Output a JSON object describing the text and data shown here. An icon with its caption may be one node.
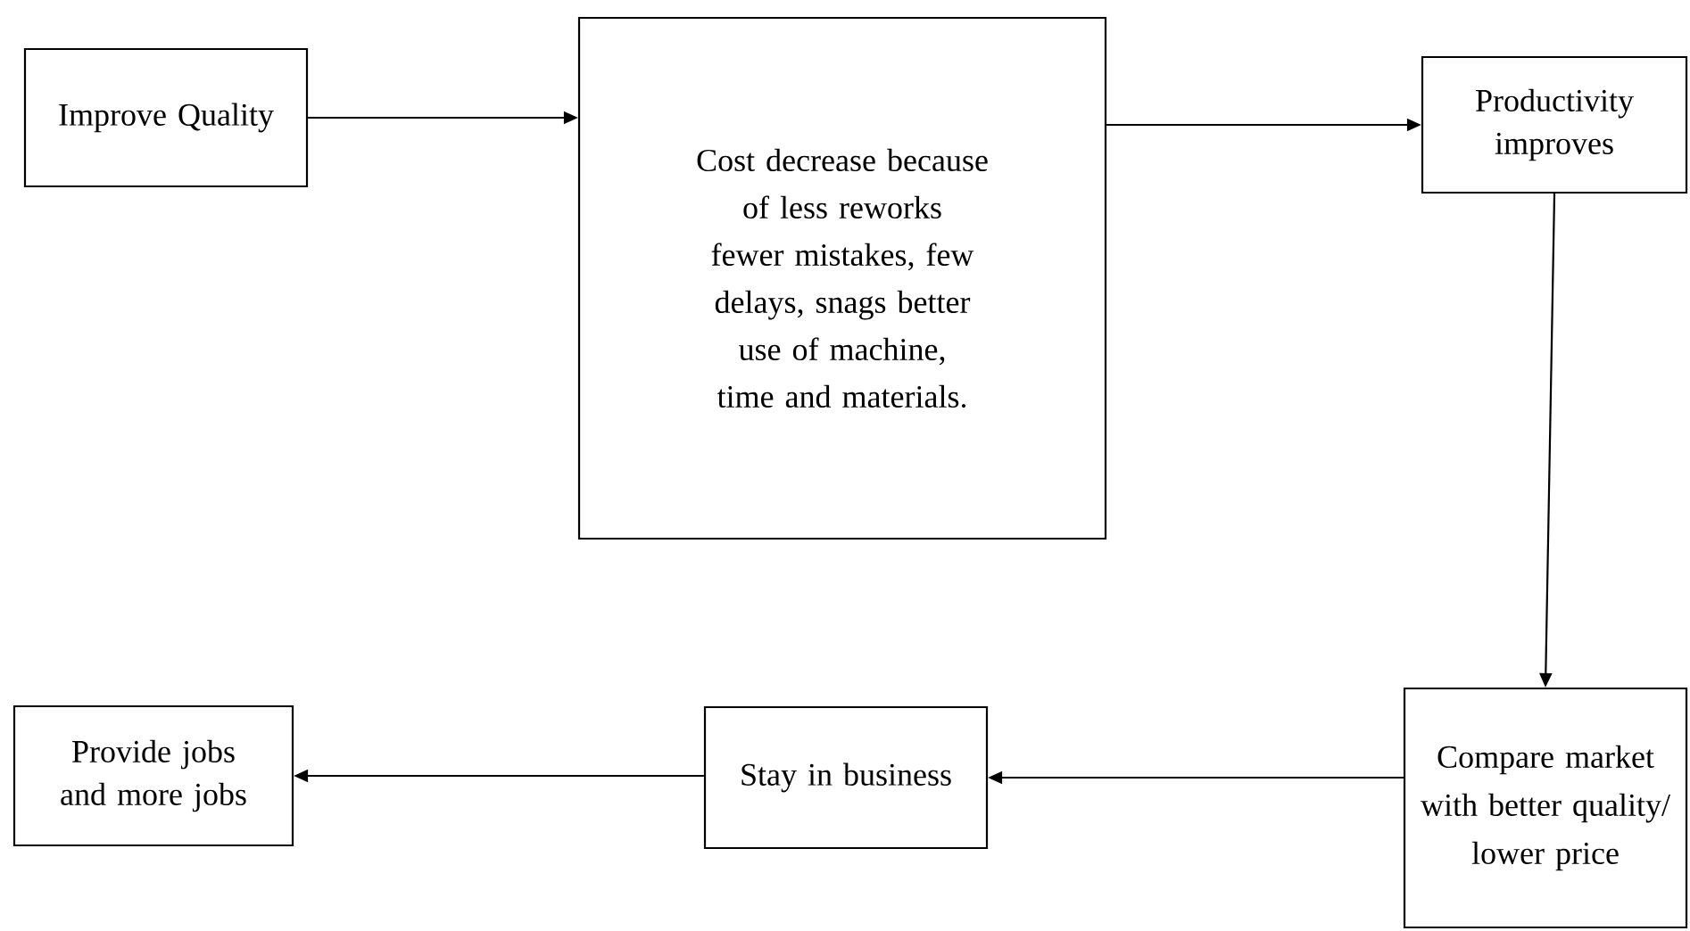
{
  "diagram": {
    "nodes": [
      {
        "text": [
          "Improve Quality"
        ]
      },
      {
        "text": [
          "Cost decrease because of less reworks fewer mistakes, few delays, snags better use of machine, time and materials."
        ]
      },
      {
        "text": [
          "Productivity improves"
        ]
      },
      {
        "text": [
          "Compare market with better quality/ lower price"
        ]
      },
      {
        "text": [
          "Stay in business"
        ]
      },
      {
        "text": [
          "Provide jobs and more jobs"
        ]
      }
    ],
    "edges": [
      {
        "from": 0,
        "to": 1,
        "arrow": "to"
      },
      {
        "from": 1,
        "to": 2,
        "arrow": "to"
      },
      {
        "from": 2,
        "to": 3,
        "arrow": "to"
      },
      {
        "from": 3,
        "to": 4,
        "arrow": "to"
      },
      {
        "from": 4,
        "to": 5,
        "arrow": "to"
      }
    ]
  }
}
